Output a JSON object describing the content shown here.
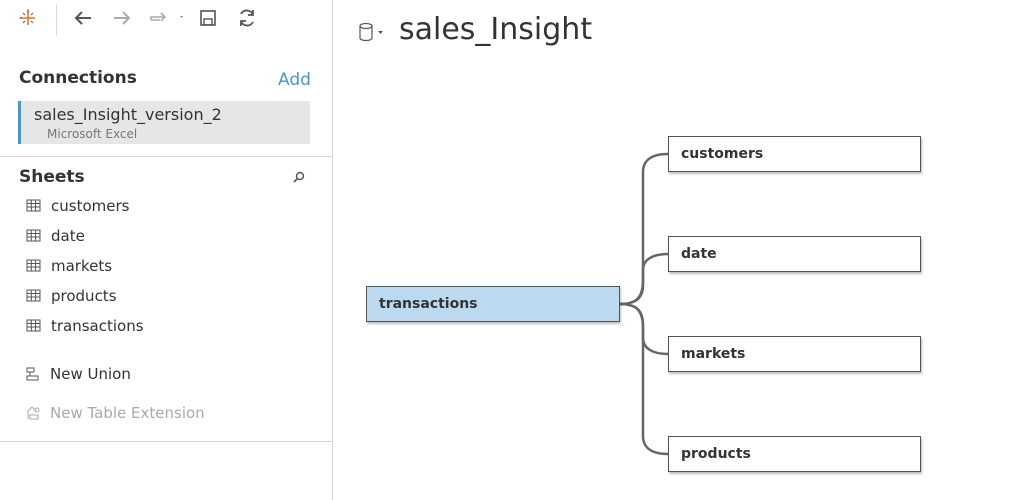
{
  "colors": {
    "accent": "#4a98c9",
    "root_fill": "#bcd9f0",
    "link_color": "#555555"
  },
  "toolbar": {
    "icons": [
      "tableau-logo-icon",
      "back-arrow-icon",
      "forward-arrow-icon",
      "redo-dropdown-icon",
      "save-icon",
      "refresh-icon"
    ]
  },
  "connections": {
    "header": "Connections",
    "add_label": "Add",
    "items": [
      {
        "name": "sales_Insight_version_2",
        "type": "Microsoft Excel"
      }
    ]
  },
  "sheets": {
    "header": "Sheets",
    "items": [
      {
        "label": "customers"
      },
      {
        "label": "date"
      },
      {
        "label": "markets"
      },
      {
        "label": "products"
      },
      {
        "label": "transactions"
      }
    ],
    "new_union": "New Union",
    "new_table_extension": "New Table Extension"
  },
  "canvas": {
    "datasource_title": "sales_Insight",
    "root_table": "transactions",
    "related_tables": [
      "customers",
      "date",
      "markets",
      "products"
    ]
  }
}
